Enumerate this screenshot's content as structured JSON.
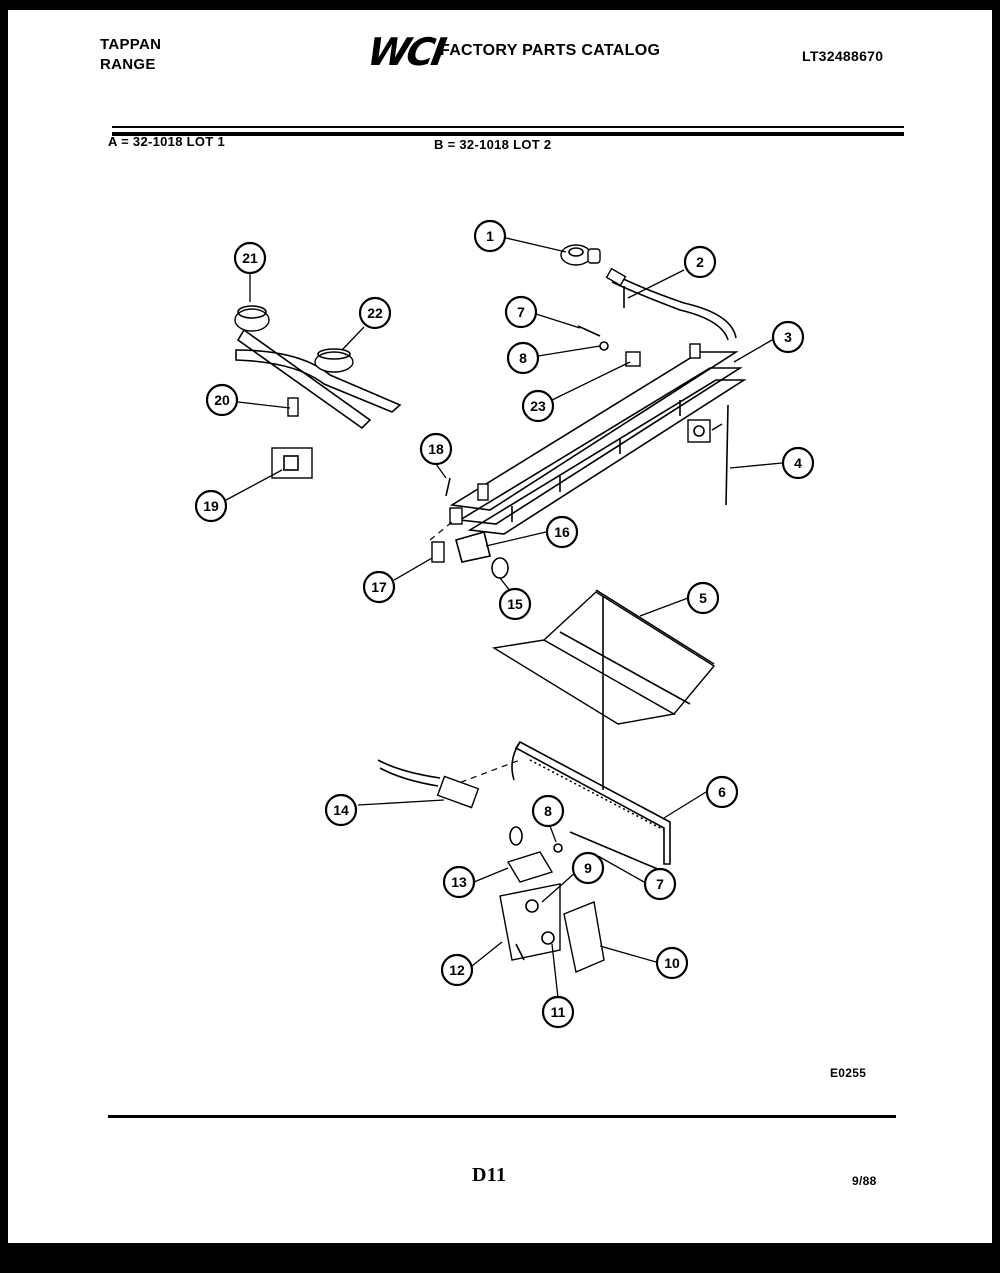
{
  "header": {
    "brand_line1": "TAPPAN",
    "brand_line2": "RANGE",
    "logo": "WCI",
    "catalog_title": "FACTORY PARTS CATALOG",
    "model_number": "LT32488670"
  },
  "lots": {
    "a": "A = 32-1018 LOT 1",
    "b": "B = 32-1018 LOT 2"
  },
  "callouts": [
    "1",
    "2",
    "3",
    "4",
    "5",
    "6",
    "7",
    "7",
    "8",
    "8",
    "9",
    "10",
    "11",
    "12",
    "13",
    "14",
    "15",
    "16",
    "17",
    "18",
    "19",
    "20",
    "21",
    "22",
    "23"
  ],
  "footer": {
    "drawing_code": "E0255",
    "page_number": "D11",
    "date": "9/88"
  }
}
